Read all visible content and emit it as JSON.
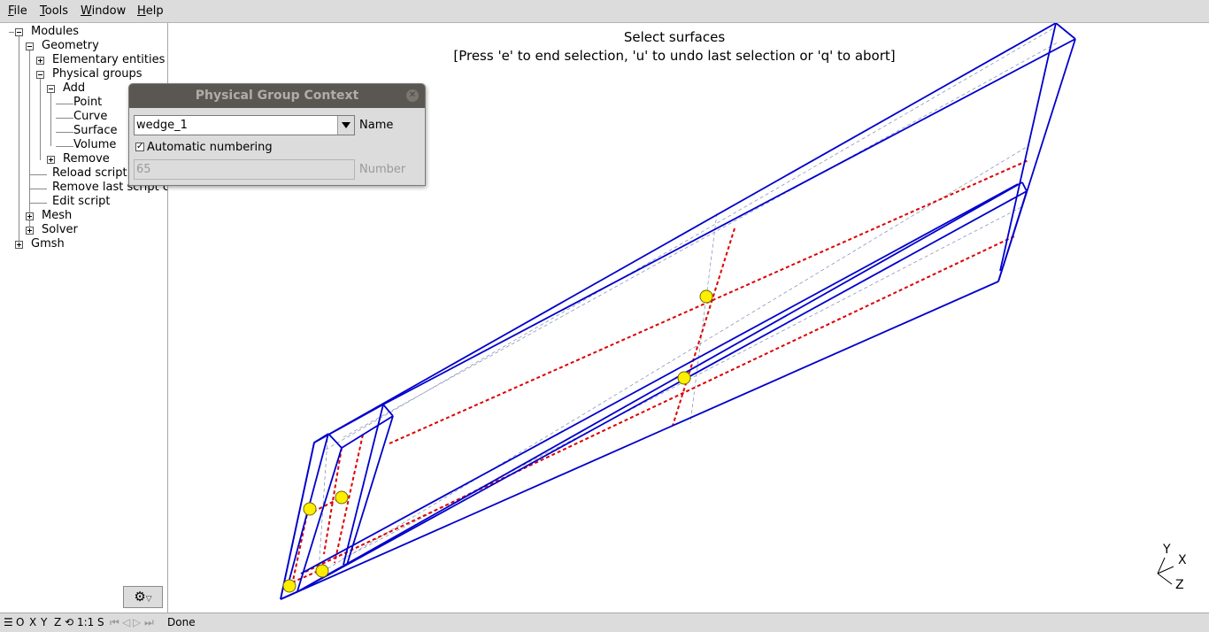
{
  "menu": [
    "File",
    "Tools",
    "Window",
    "Help"
  ],
  "tree": {
    "modules": "Modules",
    "geometry": "Geometry",
    "elementary_entities": "Elementary entities",
    "physical_groups": "Physical groups",
    "add": "Add",
    "point": "Point",
    "curve": "Curve",
    "surface": "Surface",
    "volume": "Volume",
    "remove": "Remove",
    "reload_script": "Reload script",
    "remove_last_script": "Remove last script c",
    "edit_script": "Edit script",
    "mesh": "Mesh",
    "solver": "Solver",
    "gmsh": "Gmsh"
  },
  "viewport": {
    "message_line1": "Select surfaces",
    "message_line2": "[Press 'e' to end selection, 'u' to undo last selection or 'q' to abort]"
  },
  "dialog": {
    "title": "Physical Group Context",
    "name_value": "wedge_1",
    "name_label": "Name",
    "auto_numbering_label": "Automatic numbering",
    "auto_numbering_checked": true,
    "number_value": "65",
    "number_label": "Number"
  },
  "statusbar": {
    "menu_glyph": "☰",
    "o": "O",
    "x": "X",
    "y": "Y",
    "z": "Z",
    "rotate_glyph": "⟲",
    "scale": "1:1",
    "s": "S",
    "status": "Done"
  },
  "axes": {
    "x": "X",
    "y": "Y",
    "z": "Z"
  },
  "colors": {
    "geometry_lines": "#0000cc",
    "physical_curves": "#dd0000",
    "points": "#ffee00",
    "dialog_title_bg": "#5a5753"
  },
  "icons": {
    "gear": "gear-icon",
    "checkbox": "checkmark-icon",
    "close": "close-icon"
  }
}
